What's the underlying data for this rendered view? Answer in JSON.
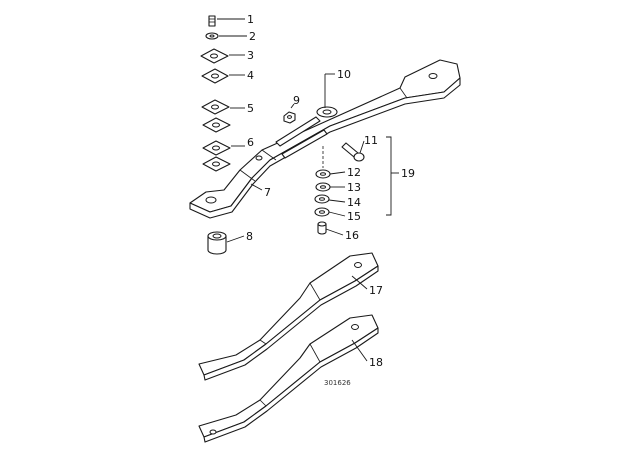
{
  "diagram": {
    "callouts": [
      "1",
      "2",
      "3",
      "4",
      "5",
      "6",
      "7",
      "8",
      "9",
      "10",
      "11",
      "12",
      "13",
      "14",
      "15",
      "16",
      "17",
      "18",
      "19"
    ],
    "drawing_number": "301626"
  }
}
